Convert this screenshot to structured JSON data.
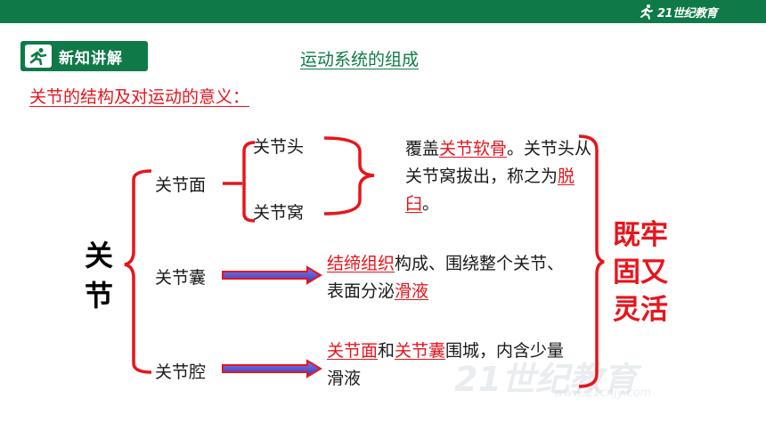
{
  "header": {
    "logo_text": "21世纪教育",
    "badge_label": "新知讲解",
    "badge_icon": "runner-icon"
  },
  "title": "运动系统的组成",
  "subtitle": "关节的结构及对运动的意义：",
  "root": "关节",
  "parts": {
    "surface": "关节面",
    "head": "关节头",
    "socket": "关节窝",
    "capsule": "关节囊",
    "cavity": "关节腔"
  },
  "desc_surface": {
    "p1": "覆盖",
    "h1": "关节软骨",
    "p2": "。关节头从关节窝拔出，称之为",
    "h2": "脱臼",
    "p3": "。"
  },
  "desc_capsule": {
    "h1": "结缔组织",
    "p1": "构成、围绕整个关节、表面分泌",
    "h2": "滑液"
  },
  "desc_cavity": {
    "h1": "关节面",
    "p1": "和",
    "h2": "关节囊",
    "p2": "围城，内含少量滑液"
  },
  "conclusion": "既牢固又灵活",
  "colors": {
    "green": "#0f7a48",
    "red": "#e8141c",
    "arrow_fill": "#5b5bd6"
  },
  "watermark": {
    "text": "21世纪教育",
    "url": "www.21cnjy.com"
  }
}
